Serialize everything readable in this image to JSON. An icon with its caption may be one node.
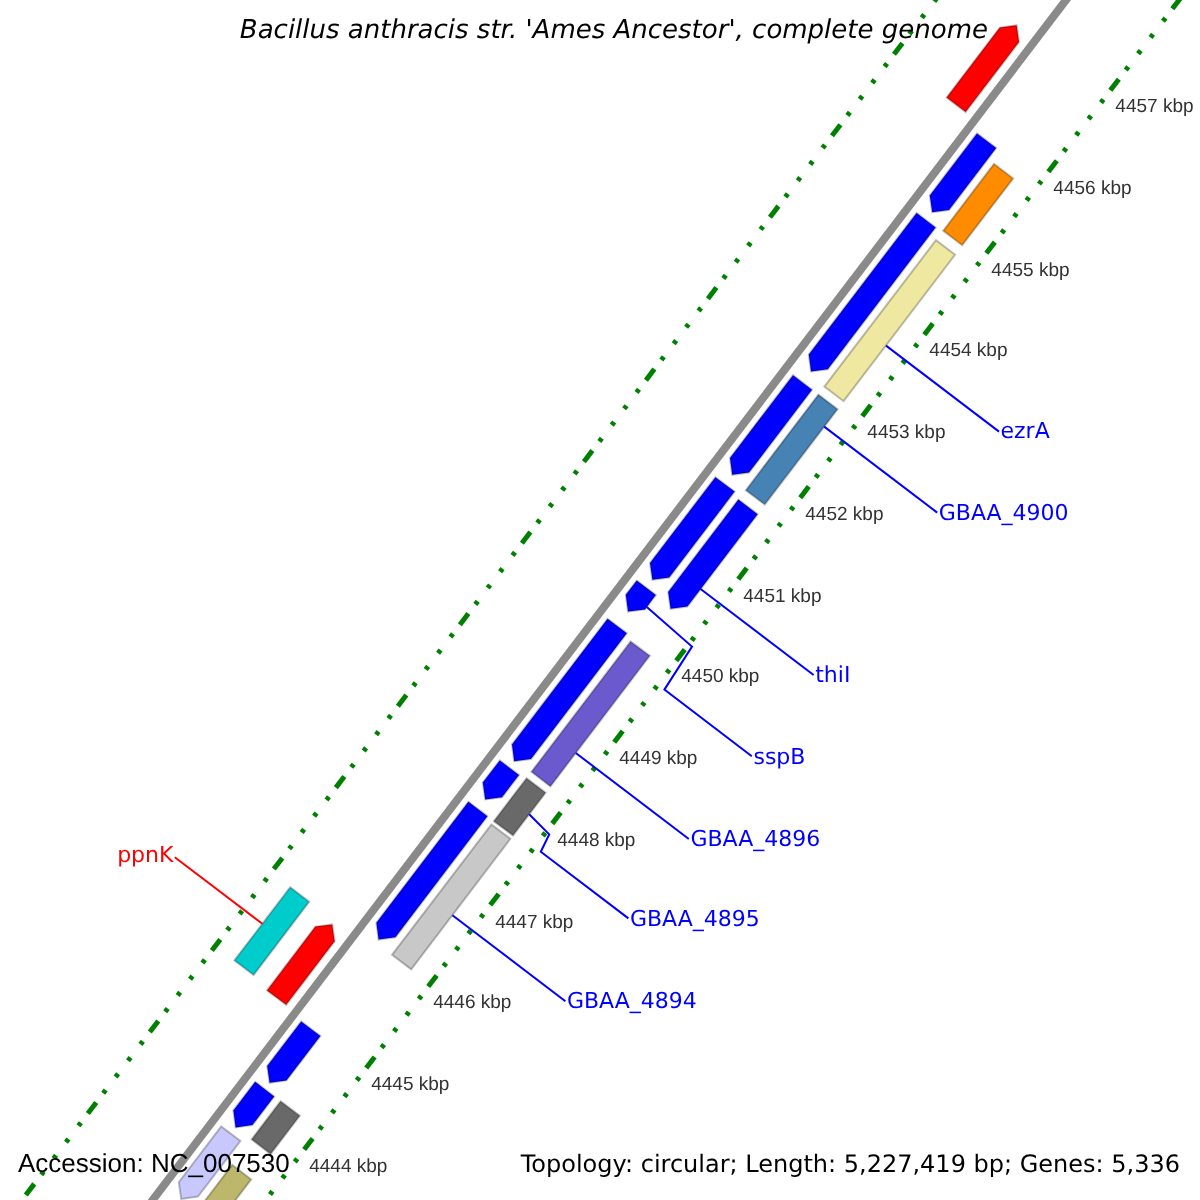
{
  "diagram": {
    "title": "Bacillus anthracis str. 'Ames Ancestor', complete genome",
    "nodes": [
      {
        "text": [],
        "shape": "arrow"
      },
      {
        "text": [],
        "shape": "arrow"
      },
      {
        "text": [],
        "shape": "bar"
      },
      {
        "text": [],
        "shape": "arrow"
      },
      {
        "text": [],
        "shape": "bar"
      },
      {
        "text": [],
        "shape": "arrow"
      },
      {
        "text": [],
        "shape": "bar"
      },
      {
        "text": [],
        "shape": "arrow"
      },
      {
        "text": [],
        "shape": "arrow"
      },
      {
        "text": [],
        "shape": "arrow"
      },
      {
        "text": [],
        "shape": "arrow"
      },
      {
        "text": [],
        "shape": "bar"
      },
      {
        "text": [],
        "shape": "arrow"
      },
      {
        "text": [],
        "shape": "bar"
      },
      {
        "text": [],
        "shape": "arrow"
      },
      {
        "text": [],
        "shape": "bar"
      },
      {
        "text": [],
        "shape": "bar"
      },
      {
        "text": [],
        "shape": "arrow"
      },
      {
        "text": [],
        "shape": "arrow"
      },
      {
        "text": [],
        "shape": "arrow"
      },
      {
        "text": [],
        "shape": "bar"
      },
      {
        "text": [],
        "shape": "arrow"
      },
      {
        "text": [],
        "shape": "bar"
      },
      {
        "text": [
          "ezrA"
        ]
      },
      {
        "text": [
          "GBAA_4900"
        ]
      },
      {
        "text": [
          "thiI"
        ]
      },
      {
        "text": [
          "sspB"
        ]
      },
      {
        "text": [
          "GBAA_4896"
        ]
      },
      {
        "text": [
          "ppnK"
        ]
      },
      {
        "text": [
          "GBAA_4895"
        ]
      },
      {
        "text": [
          "GBAA_4894"
        ]
      }
    ],
    "edges": [
      {
        "from": 23,
        "to": 4,
        "arrow": "none"
      },
      {
        "from": 24,
        "to": 6,
        "arrow": "none"
      },
      {
        "from": 25,
        "to": 8,
        "arrow": "none"
      },
      {
        "from": 26,
        "to": 9,
        "arrow": "none"
      },
      {
        "from": 27,
        "to": 11,
        "arrow": "none"
      },
      {
        "from": 28,
        "to": 16,
        "arrow": "none",
        "color": "#ff0000"
      },
      {
        "from": 29,
        "to": 13,
        "arrow": "none"
      },
      {
        "from": 30,
        "to": 15,
        "arrow": "none"
      }
    ],
    "labels": [
      "4457 kbp",
      "4456 kbp",
      "4455 kbp",
      "4454 kbp",
      "4453 kbp",
      "4452 kbp",
      "4451 kbp",
      "4450 kbp",
      "4449 kbp",
      "4448 kbp",
      "4447 kbp",
      "4446 kbp",
      "4445 kbp",
      "4444 kbp",
      "Accession: NC_007530",
      "Topology: circular; Length: 5,227,419 bp; Genes: 5,336"
    ]
  }
}
